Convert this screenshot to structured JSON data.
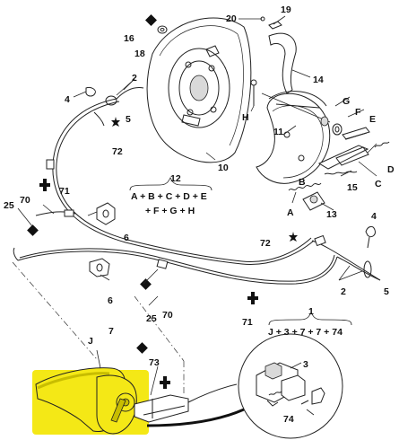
{
  "colors": {
    "ink": "#111111",
    "highlight": "#f4e816",
    "highlight_shade": "#c8bd00",
    "background": "#ffffff"
  },
  "marker_symbols": {
    "square": "filled-square-marker",
    "cross": "plus-cross-marker",
    "star": "asterisk-marker"
  },
  "labels": {
    "n1": "1",
    "n2_top": "2",
    "n2_right": "2",
    "n3": "3",
    "n4_top": "4",
    "n4_right": "4",
    "n5_top": "5",
    "n5_right": "5",
    "n6_left": "6",
    "n6_bottom": "6",
    "n7": "7",
    "n10": "10",
    "n11": "11",
    "n12": "12",
    "n13": "13",
    "n14": "14",
    "n15": "15",
    "n16": "16",
    "n18": "18",
    "n19": "19",
    "n20": "20",
    "n25_left": "25",
    "n25_bottom": "25",
    "n70_left": "70",
    "n70_bottom": "70",
    "n71_left": "71",
    "n71_bottom": "71",
    "n72_top": "72",
    "n72_mid": "72",
    "n73": "73",
    "n74_formula": "74",
    "n74_inset": "74",
    "A": "A",
    "B": "B",
    "C": "C",
    "D": "D",
    "E": "E",
    "F": "F",
    "G": "G",
    "H": "H",
    "J": "J"
  },
  "formulas": {
    "group_12_line1": "A + B + C + D + E",
    "group_12_line2": "+ F + G + H",
    "group_1": "J + 3 + 7 + 7 + 74"
  }
}
